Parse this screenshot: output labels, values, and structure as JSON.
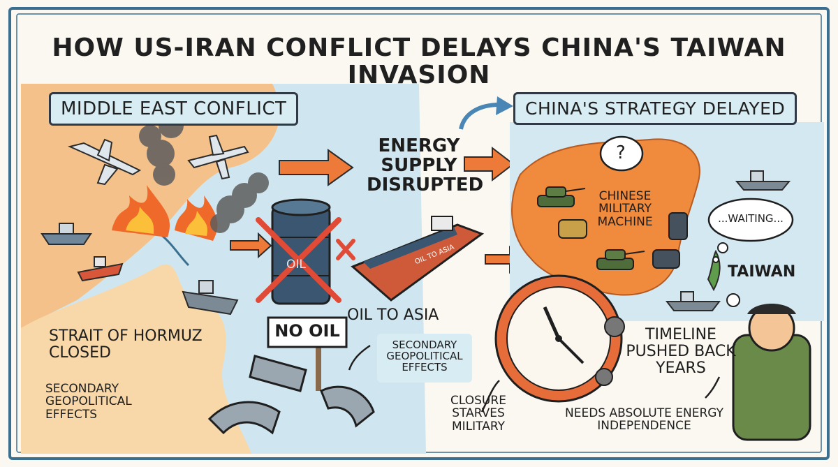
{
  "title": "HOW US-IRAN CONFLICT DELAYS CHINA'S TAIWAN INVASION",
  "left_panel": {
    "header": "MIDDLE EAST CONFLICT",
    "strait_label": "STRAIT OF HORMUZ CLOSED",
    "effects_label": "SECONDARY GEOPOLITICAL EFFECTS"
  },
  "middle": {
    "energy_label": "ENERGY SUPPLY DISRUPTED",
    "barrel_text": "OIL",
    "tanker_hull_text": "OIL TO ASIA",
    "oil_to_asia_label": "OIL TO ASIA",
    "no_oil_sign": "NO OIL",
    "secondary_box": "SECONDARY GEOPOLITICAL EFFECTS",
    "closure_label": "CLOSURE STARVES MILITARY"
  },
  "right_panel": {
    "header": "CHINA'S STRATEGY DELAYED",
    "thought_question": "?",
    "military_label": "CHINESE MILITARY MACHINE",
    "waiting_bubble": "...WAITING...",
    "taiwan_label": "TAIWAN",
    "timeline_label": "TIMELINE PUSHED BACK YEARS",
    "needs_label": "NEEDS ABSOLUTE ENERGY INDEPENDENCE"
  },
  "colors": {
    "sea": "#cfe6f0",
    "land": "#f5c98f",
    "china": "#f08a3c",
    "arrow": "#ee7a3a",
    "frame": "#3b6f8f",
    "label_box": "#d7ecf3"
  }
}
